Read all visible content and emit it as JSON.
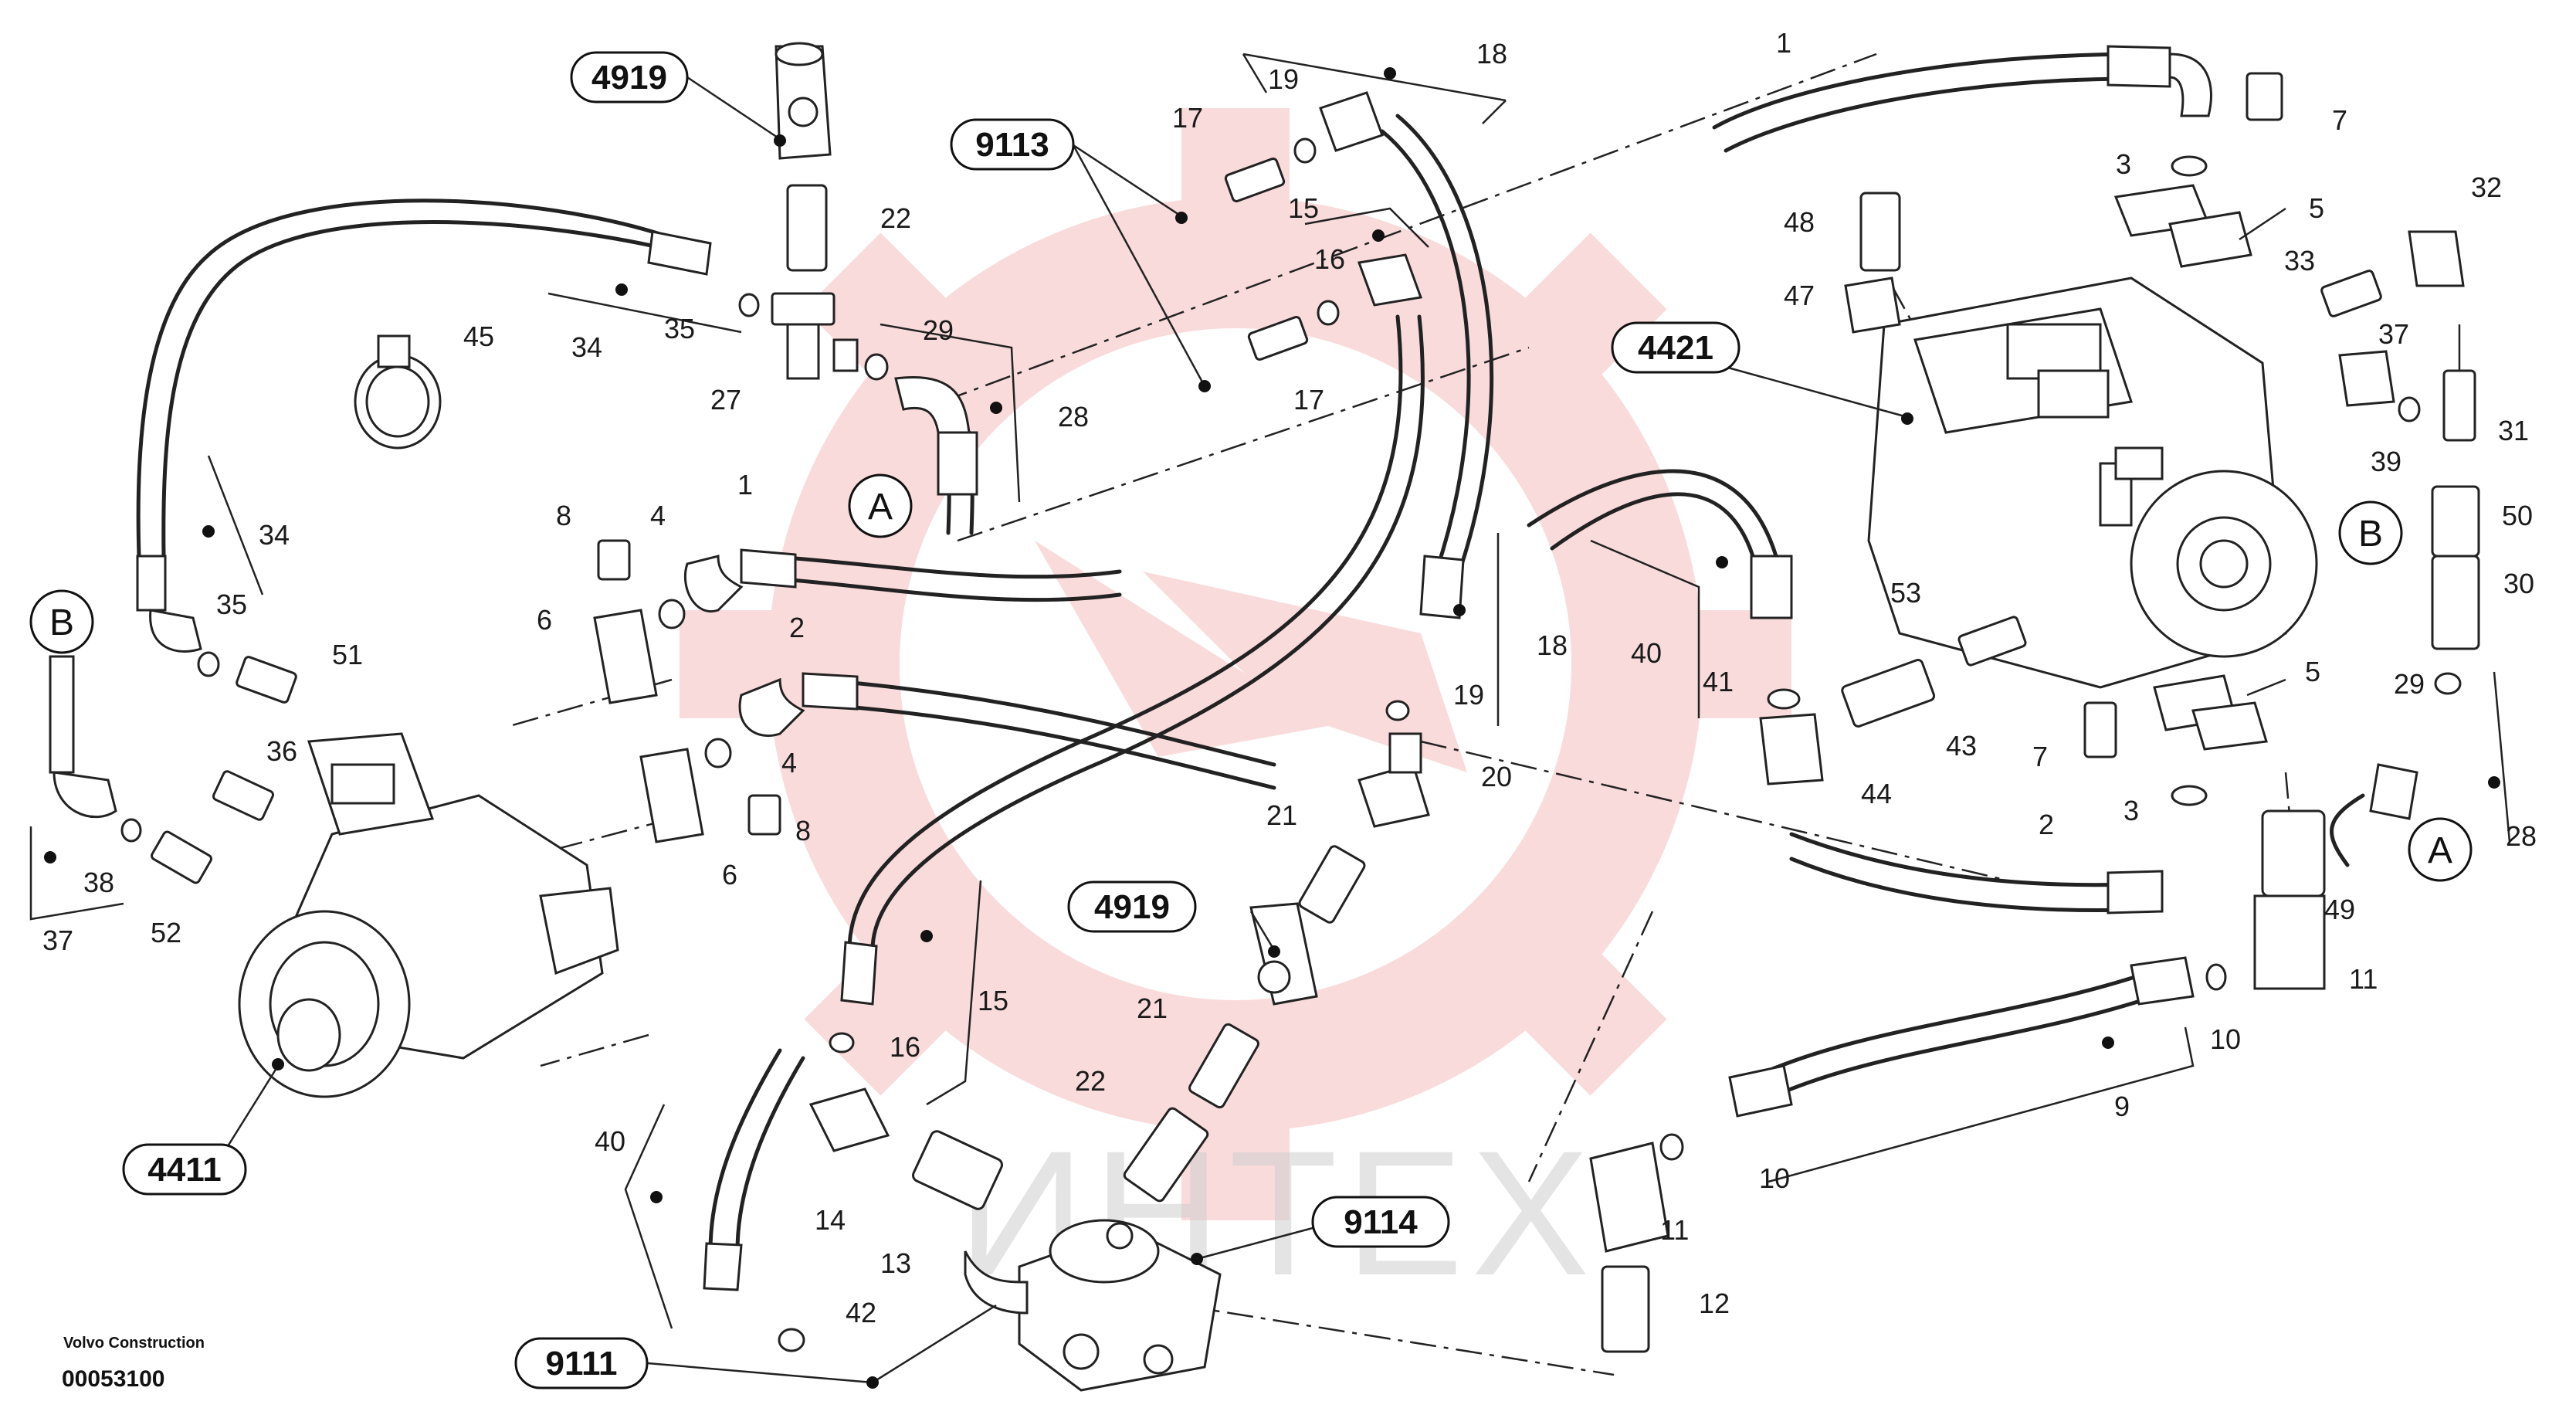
{
  "diagram": {
    "watermark_text": "ИНТЕХ",
    "footer": {
      "company": "Volvo Construction",
      "drawing_number": "00053100"
    },
    "callouts": [
      "4919",
      "9113",
      "4421",
      "4411",
      "4919",
      "9114",
      "9111"
    ],
    "connectors": [
      "A",
      "A",
      "B",
      "B"
    ],
    "part_numbers": [
      "1",
      "7",
      "3",
      "5",
      "19",
      "17",
      "18",
      "15",
      "16",
      "48",
      "47",
      "32",
      "33",
      "22",
      "35",
      "34",
      "45",
      "29",
      "27",
      "28",
      "17",
      "37",
      "31",
      "39",
      "50",
      "34",
      "35",
      "51",
      "1",
      "8",
      "4",
      "6",
      "2",
      "40",
      "53",
      "30",
      "29",
      "5",
      "18",
      "19",
      "41",
      "43",
      "6",
      "4",
      "8",
      "36",
      "20",
      "7",
      "3",
      "44",
      "21",
      "38",
      "52",
      "37",
      "2",
      "28",
      "49",
      "15",
      "21",
      "16",
      "11",
      "10",
      "22",
      "9",
      "14",
      "13",
      "10",
      "40",
      "11",
      "12",
      "42"
    ],
    "colors": {
      "ink": "#1a1a1a",
      "watermark": "#f08080",
      "watermark_text": "#cfcfcf"
    }
  }
}
